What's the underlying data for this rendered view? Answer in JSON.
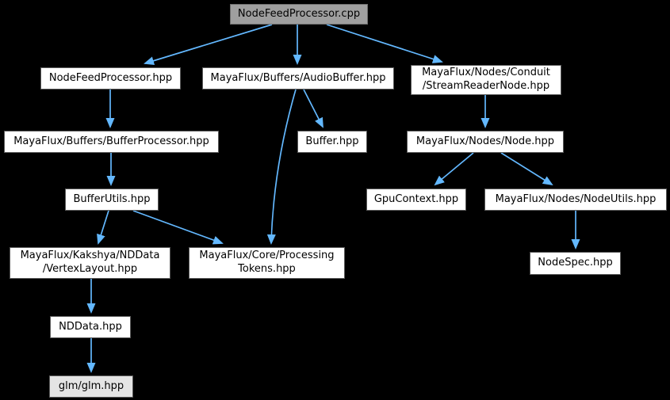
{
  "colors": {
    "background": "#000000",
    "edge": "#63b8ff",
    "node_fill": "#ffffff",
    "node_border": "#5a5a5a",
    "root_fill": "#9f9f9f",
    "external_fill": "#e4e4e4",
    "text": "#000000"
  },
  "graph": {
    "type": "include-dependency-graph",
    "nodes": {
      "root": {
        "label": "NodeFeedProcessor.cpp"
      },
      "nfp_hpp": {
        "label": "NodeFeedProcessor.hpp"
      },
      "audiobuffer": {
        "label": "MayaFlux/Buffers/AudioBuffer.hpp"
      },
      "streamreader": {
        "label": "MayaFlux/Nodes/Conduit\n/StreamReaderNode.hpp"
      },
      "bufferprocessor": {
        "label": "MayaFlux/Buffers/BufferProcessor.hpp"
      },
      "buffer": {
        "label": "Buffer.hpp"
      },
      "node": {
        "label": "MayaFlux/Nodes/Node.hpp"
      },
      "bufferutils": {
        "label": "BufferUtils.hpp"
      },
      "gpucontext": {
        "label": "GpuContext.hpp"
      },
      "nodeutils": {
        "label": "MayaFlux/Nodes/NodeUtils.hpp"
      },
      "vertexlayout": {
        "label": "MayaFlux/Kakshya/NDData\n/VertexLayout.hpp"
      },
      "processingtokens": {
        "label": "MayaFlux/Core/Processing\nTokens.hpp"
      },
      "nodespec": {
        "label": "NodeSpec.hpp"
      },
      "nddata": {
        "label": "NDData.hpp"
      },
      "glm": {
        "label": "glm/glm.hpp"
      }
    },
    "edges": [
      {
        "from": "root",
        "to": "nfp_hpp"
      },
      {
        "from": "root",
        "to": "audiobuffer"
      },
      {
        "from": "root",
        "to": "streamreader"
      },
      {
        "from": "nfp_hpp",
        "to": "bufferprocessor"
      },
      {
        "from": "audiobuffer",
        "to": "buffer"
      },
      {
        "from": "audiobuffer",
        "to": "processingtokens"
      },
      {
        "from": "streamreader",
        "to": "node"
      },
      {
        "from": "node",
        "to": "gpucontext"
      },
      {
        "from": "node",
        "to": "nodeutils"
      },
      {
        "from": "nodeutils",
        "to": "nodespec"
      },
      {
        "from": "bufferprocessor",
        "to": "bufferutils"
      },
      {
        "from": "bufferutils",
        "to": "vertexlayout"
      },
      {
        "from": "bufferutils",
        "to": "processingtokens"
      },
      {
        "from": "vertexlayout",
        "to": "nddata"
      },
      {
        "from": "nddata",
        "to": "glm"
      }
    ]
  }
}
